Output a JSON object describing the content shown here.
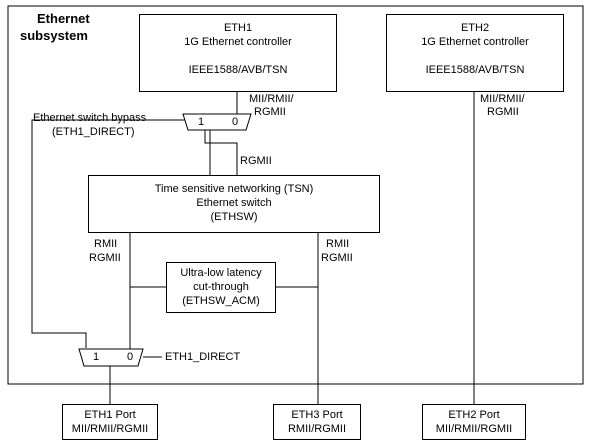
{
  "subsystem": {
    "line1": "Ethernet",
    "line2": "subsystem"
  },
  "eth1": {
    "name": "ETH1",
    "desc": "1G Ethernet controller",
    "features": "IEEE1588/AVB/TSN"
  },
  "eth2": {
    "name": "ETH2",
    "desc": "1G Ethernet controller",
    "features": "IEEE1588/AVB/TSN"
  },
  "eth1_if": {
    "l1": "MII/RMII/",
    "l2": "RGMII"
  },
  "eth2_if": {
    "l1": "MII/RMII/",
    "l2": "RGMII"
  },
  "mux_top": {
    "in1": "1",
    "in0": "0",
    "label1": "Ethernet switch bypass",
    "label2": "(ETH1_DIRECT)"
  },
  "rgmii_top": "RGMII",
  "tsn": {
    "l1": "Time sensitive networking (TSN)",
    "l2": "Ethernet switch",
    "l3": "(ETHSW)"
  },
  "left_if": {
    "l1": "RMII",
    "l2": "RGMII"
  },
  "right_if": {
    "l1": "RMII",
    "l2": "RGMII"
  },
  "acm": {
    "l1": "Ultra-low latency",
    "l2": "cut-through",
    "l3": "(ETHSW_ACM)"
  },
  "mux_bottom": {
    "in1": "1",
    "in0": "0",
    "label": "ETH1_DIRECT"
  },
  "ports": {
    "eth1": {
      "name": "ETH1 Port",
      "if": "MII/RMII/RGMII"
    },
    "eth3": {
      "name": "ETH3 Port",
      "if": "RMII/RGMII"
    },
    "eth2": {
      "name": "ETH2 Port",
      "if": "MII/RMII/RGMII"
    }
  }
}
